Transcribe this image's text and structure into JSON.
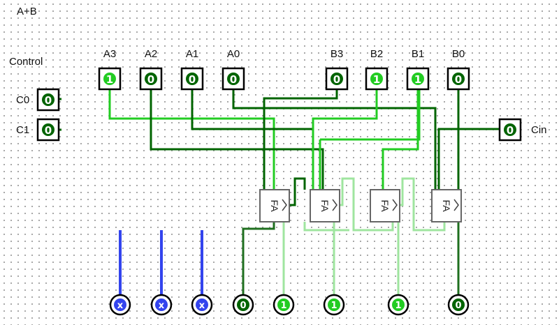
{
  "title": "A+B",
  "control_label": "Control",
  "colors": {
    "wire_high": "#22cc22",
    "wire_low": "#006400",
    "wire_output_low": "#1f6f1f",
    "wire_output_high": "#9fe59f",
    "wire_floating": "#3344ee",
    "pin_fill": "#ffffff",
    "pin_border": "#000000",
    "gate_border": "#666666"
  },
  "inputs": {
    "a": [
      {
        "label": "A3",
        "value": "1"
      },
      {
        "label": "A2",
        "value": "0"
      },
      {
        "label": "A1",
        "value": "0"
      },
      {
        "label": "A0",
        "value": "0"
      }
    ],
    "b": [
      {
        "label": "B3",
        "value": "0"
      },
      {
        "label": "B2",
        "value": "1"
      },
      {
        "label": "B1",
        "value": "1"
      },
      {
        "label": "B0",
        "value": "0"
      }
    ],
    "control": [
      {
        "label": "C0",
        "value": "0"
      },
      {
        "label": "C1",
        "value": "0"
      }
    ],
    "carry_in": {
      "label": "Cin",
      "value": "0"
    }
  },
  "adders": [
    {
      "label": "FA"
    },
    {
      "label": "FA"
    },
    {
      "label": "FA"
    },
    {
      "label": "FA"
    }
  ],
  "outputs": {
    "floating": [
      "x",
      "x",
      "x"
    ],
    "values": [
      "0",
      "1",
      "1",
      "1",
      "0"
    ]
  }
}
